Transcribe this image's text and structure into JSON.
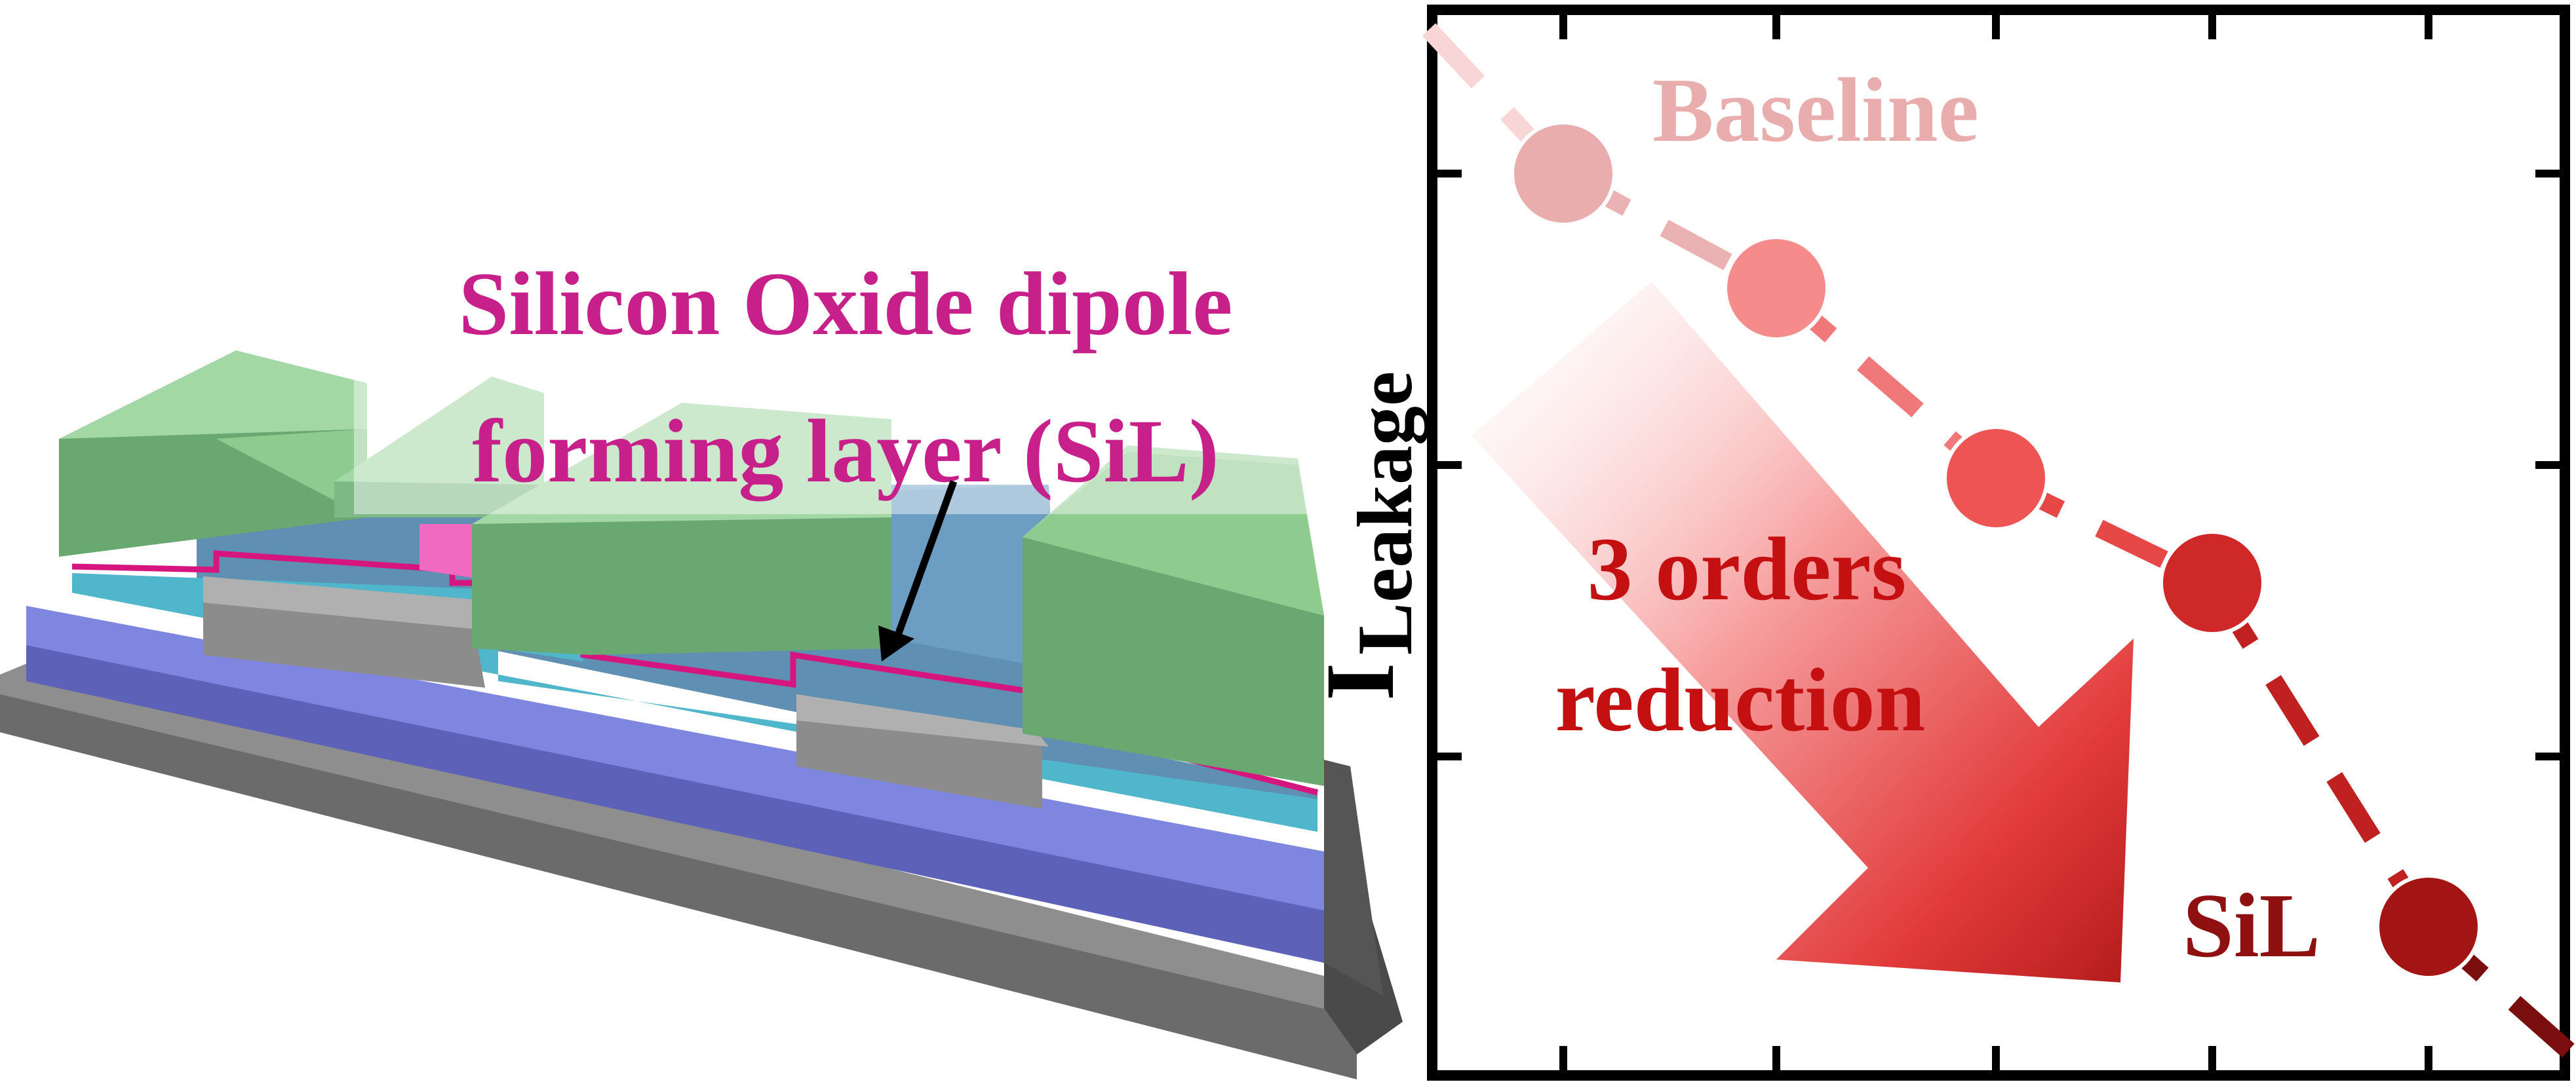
{
  "device_diagram": {
    "annotation_line1": "Silicon Oxide dipole",
    "annotation_line2": "forming layer (SiL)",
    "colors": {
      "annotation_text": "#c7208a",
      "green_block": "#8dcb8e",
      "green_front": "#6aa872",
      "blue_substrate": "#7f86e0",
      "cyan_layer": "#4fb6cc",
      "steel_blue": "#5f8fb2",
      "magenta_line": "#d6167e",
      "grey_base": "#6b6b6b"
    }
  },
  "chart": {
    "y_axis_label_main": "I",
    "y_axis_label_sub": "Leakage",
    "series_start_label": "Baseline",
    "series_end_label": "SiL",
    "arrow_label_line1": "3 orders",
    "arrow_label_line2": "reduction",
    "colors": {
      "baseline_point": "#e9adad",
      "point_2": "#f58b8b",
      "point_3": "#ee5454",
      "point_4": "#cf2828",
      "point_5": "#a31414",
      "arrow_text": "#c41010",
      "sil_text": "#8f1010"
    }
  },
  "chart_data": {
    "type": "line",
    "x": [
      1,
      2,
      3,
      4,
      5
    ],
    "y_relative_log10": [
      0,
      -0.5,
      -1.0,
      -1.5,
      -3.0
    ],
    "y_units_note": "",
    "series": [
      {
        "name": "Baseline",
        "position": "first point"
      },
      {
        "name": "SiL",
        "position": "last point"
      }
    ],
    "xlabel": "",
    "ylabel": "I Leakage",
    "grid": false,
    "tick_labels_shown": false
  }
}
